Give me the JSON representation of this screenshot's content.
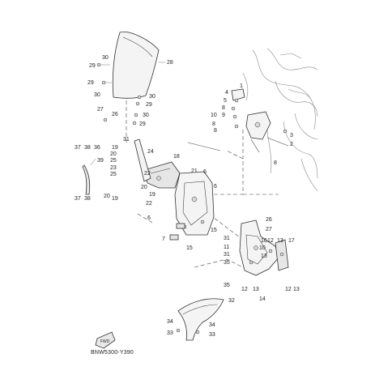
{
  "diagram_code": "BNW5300-Y390",
  "fwd_label": "FWD",
  "callouts": {
    "c28": "28",
    "c30a": "30",
    "c29a": "29",
    "c29b": "29",
    "c30b": "30",
    "c30c": "30",
    "c29c": "29",
    "c27a": "27",
    "c26a": "26",
    "c30d": "30",
    "c29d": "29",
    "c31": "31",
    "c19a": "19",
    "c20a": "20",
    "c25a": "25",
    "c23": "23",
    "c25b": "25",
    "c39": "39",
    "c24": "24",
    "c18": "18",
    "c21": "21",
    "c22a": "22",
    "c20b": "20",
    "c19b": "19",
    "c19c": "19",
    "c20c": "20",
    "c6a": "6",
    "c22b": "22",
    "c7": "7",
    "c6b": "6",
    "c6c": "6",
    "c15a": "15",
    "c15b": "15",
    "c37a": "37",
    "c38a": "38",
    "c36": "36",
    "c37b": "37",
    "c38b": "38",
    "c1": "1",
    "c4": "4",
    "c5": "5",
    "c8a": "8",
    "c9": "9",
    "c10": "10",
    "c8b": "8",
    "c8c": "8",
    "c3": "3",
    "c2": "2",
    "c8d": "8",
    "c26b": "26",
    "c27b": "27",
    "c31b": "31",
    "c16": "16",
    "c13a": "13",
    "c17": "17",
    "c11": "11",
    "c10b": "10",
    "c12a": "12",
    "c13b": "13",
    "c31c": "31",
    "c35a": "35",
    "c35b": "35",
    "c12b": "12",
    "c13c": "13",
    "c12c": "12",
    "c13d": "13",
    "c14": "14",
    "c32": "32",
    "c34a": "34",
    "c34b": "34",
    "c33a": "33",
    "c33b": "33"
  }
}
